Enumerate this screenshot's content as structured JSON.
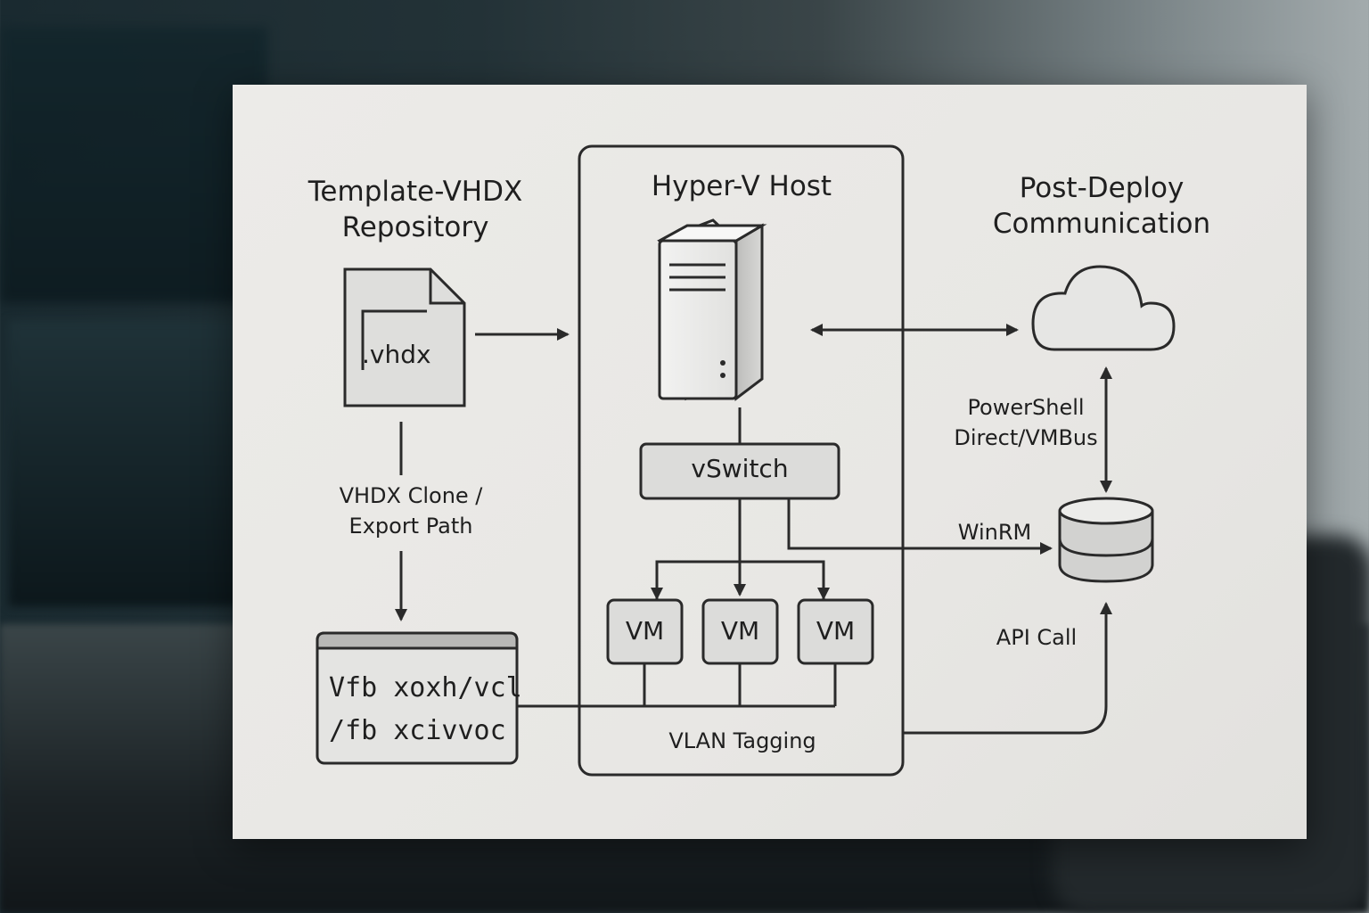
{
  "repository": {
    "title_line1": "Template-VHDX",
    "title_line2": "Repository",
    "file_label": ".vhdx",
    "clone_label_line1": "VHDX Clone /",
    "clone_label_line2": "Export Path",
    "path_line1": "Vfb xoxh/vcl",
    "path_line2": "/fb xcivvoc"
  },
  "host": {
    "title": "Hyper-V Host",
    "switch_label": "vSwitch",
    "vms": [
      "VM",
      "VM",
      "VM"
    ],
    "vlan_label": "VLAN Tagging"
  },
  "comms": {
    "title_line1": "Post-Deploy",
    "title_line2": "Communication",
    "powershell_line1": "PowerShell",
    "powershell_line2": "Direct/VMBus",
    "winrm_label": "WinRM",
    "api_label": "API Call"
  },
  "colors": {
    "ink": "#2a2a2a",
    "board": "#ebeae7",
    "box_fill": "#dcdcda"
  }
}
